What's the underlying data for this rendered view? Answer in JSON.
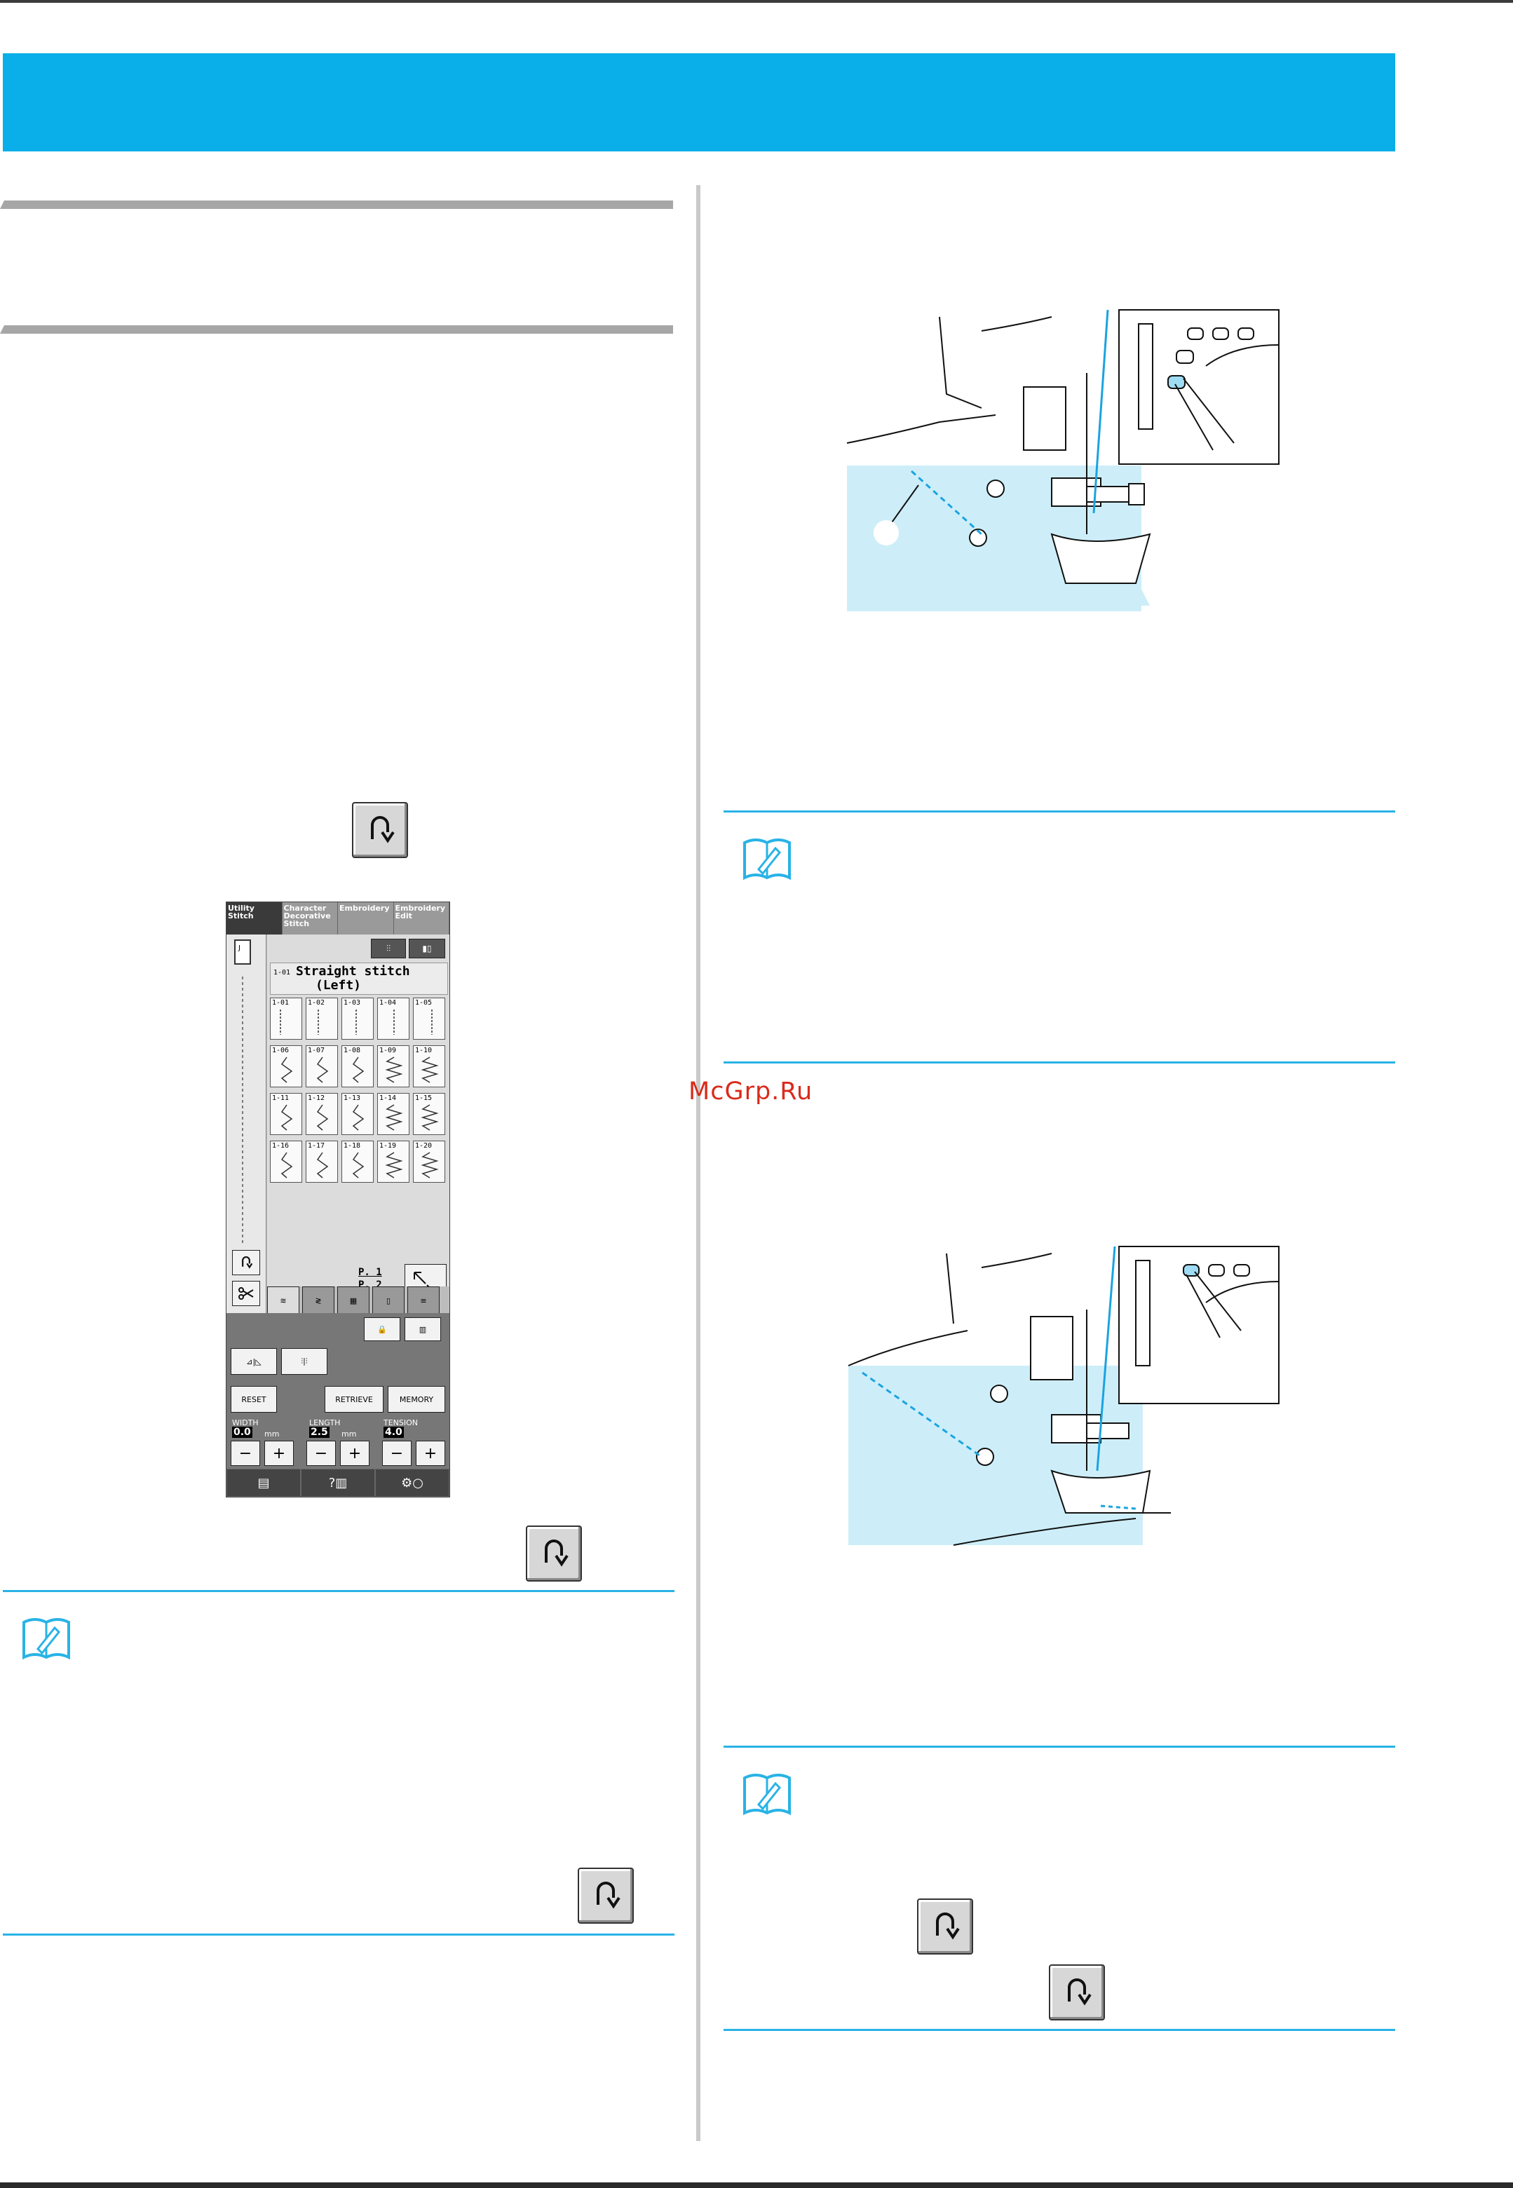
{
  "watermark": "McGrp.Ru",
  "lcd": {
    "tabs": [
      {
        "label": "Utility Stitch"
      },
      {
        "label": "Character Decorative Stitch"
      },
      {
        "label": "Embroidery"
      },
      {
        "label": "Embroidery Edit"
      }
    ],
    "stitch_number": "1-01",
    "stitch_name_line1": "Straight stitch",
    "stitch_name_line2": "(Left)",
    "stitch_cells": [
      "1-01",
      "1-02",
      "1-03",
      "1-04",
      "1-05",
      "1-06",
      "1-07",
      "1-08",
      "1-09",
      "1-10",
      "1-11",
      "1-12",
      "1-13",
      "1-14",
      "1-15",
      "1-16",
      "1-17",
      "1-18",
      "1-19",
      "1-20"
    ],
    "page_current": "P. 1",
    "page_total": "P. 2",
    "reset_label": "RESET",
    "retrieve_label": "RETRIEVE",
    "memory_label": "MEMORY",
    "width_label": "WIDTH",
    "width_value": "0.0",
    "width_unit": "mm",
    "length_label": "LENGTH",
    "length_value": "2.5",
    "length_unit": "mm",
    "tension_label": "TENSION",
    "tension_value": "4.0",
    "minus": "−",
    "plus": "+"
  },
  "colors": {
    "banner": "#0aaee8",
    "rule": "#29b3e6",
    "fabric": "#cdeef9",
    "thread": "#1aa3e0"
  }
}
